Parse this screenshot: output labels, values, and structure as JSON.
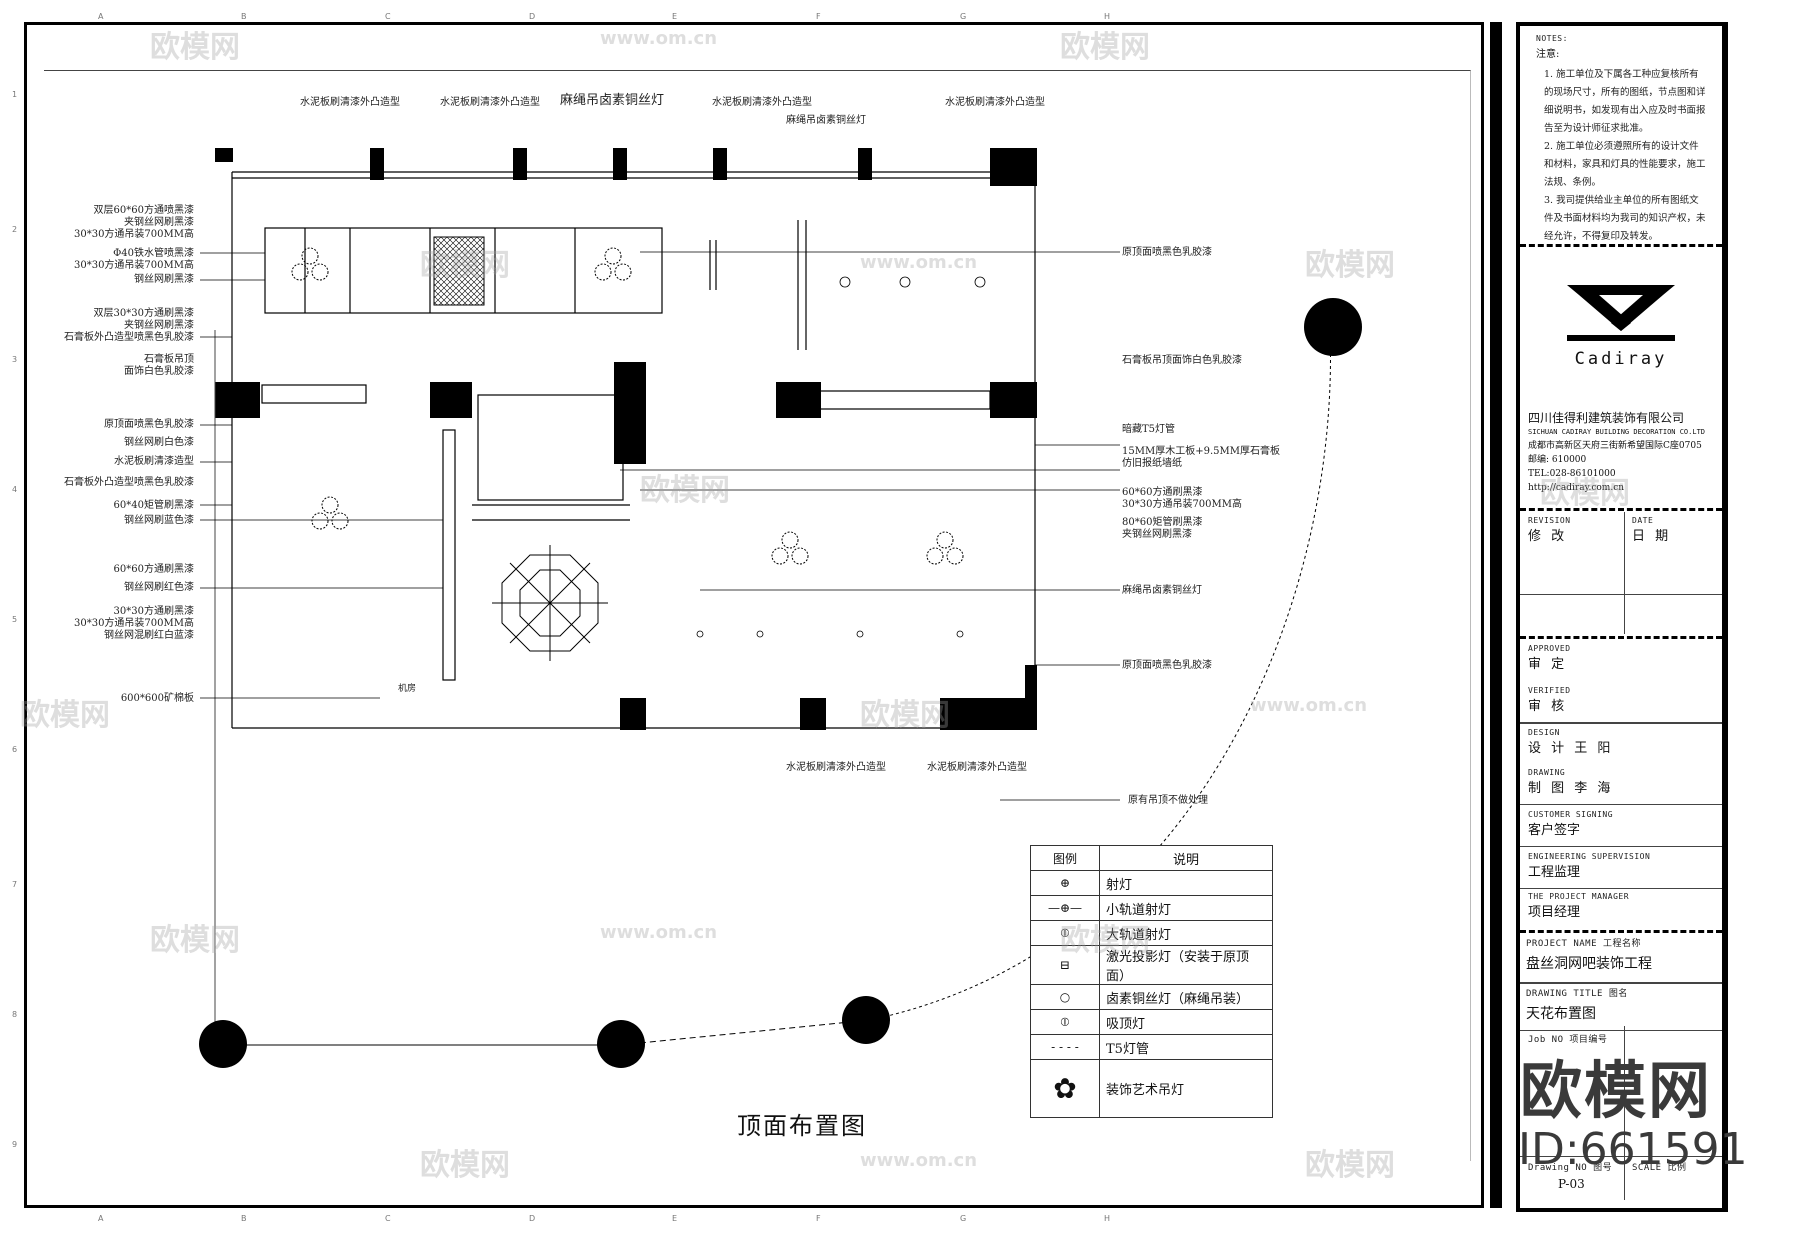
{
  "drawing": {
    "title": "顶面布置图",
    "grid_columns": [
      "A",
      "B",
      "C",
      "D",
      "E",
      "F",
      "G",
      "H"
    ],
    "grid_rows": [
      "1",
      "2",
      "3",
      "4",
      "5",
      "6",
      "7",
      "8",
      "9"
    ]
  },
  "top_annotations": [
    "水泥板刷清漆外凸造型",
    "水泥板刷清漆外凸造型",
    "麻绳吊卤素铜丝灯",
    "水泥板刷清漆外凸造型",
    "麻绳吊卤素铜丝灯",
    "水泥板刷清漆外凸造型"
  ],
  "left_annotations": [
    {
      "lines": [
        "双层60*60方通喷黑漆",
        "夹钢丝网刷黑漆",
        "30*30方通吊装700MM高"
      ]
    },
    {
      "lines": [
        "Φ40铁水管喷黑漆",
        "30*30方通吊装700MM高"
      ]
    },
    {
      "lines": [
        "钢丝网刷黑漆"
      ]
    },
    {
      "lines": [
        "双层30*30方通刷黑漆",
        "夹钢丝网刷黑漆",
        "石膏板外凸造型喷黑色乳胶漆"
      ]
    },
    {
      "lines": [
        "石膏板吊顶",
        "面饰白色乳胶漆"
      ]
    },
    {
      "lines": [
        "原顶面喷黑色乳胶漆"
      ]
    },
    {
      "lines": [
        "钢丝网刷白色漆"
      ]
    },
    {
      "lines": [
        "水泥板刷清漆造型"
      ]
    },
    {
      "lines": [
        "石膏板外凸造型喷黑色乳胶漆"
      ]
    },
    {
      "lines": [
        "60*40矩管刷黑漆"
      ]
    },
    {
      "lines": [
        "钢丝网刷蓝色漆"
      ]
    },
    {
      "lines": [
        "60*60方通刷黑漆"
      ]
    },
    {
      "lines": [
        "钢丝网刷红色漆"
      ]
    },
    {
      "lines": [
        "30*30方通刷黑漆",
        "30*30方通吊装700MM高",
        "钢丝网混刷红白蓝漆"
      ]
    },
    {
      "lines": [
        "600*600矿棉板"
      ]
    }
  ],
  "right_annotations": [
    {
      "lines": [
        "原顶面喷黑色乳胶漆"
      ]
    },
    {
      "lines": [
        "石膏板吊顶面饰白色乳胶漆"
      ]
    },
    {
      "lines": [
        "暗藏T5灯管"
      ]
    },
    {
      "lines": [
        "15MM厚木工板+9.5MM厚石膏板",
        "仿旧报纸墙纸"
      ]
    },
    {
      "lines": [
        "60*60方通刷黑漆",
        "30*30方通吊装700MM高"
      ]
    },
    {
      "lines": [
        "80*60矩管刷黑漆",
        "夹钢丝网刷黑漆"
      ]
    },
    {
      "lines": [
        "麻绳吊卤素铜丝灯"
      ]
    },
    {
      "lines": [
        "原顶面喷黑色乳胶漆"
      ]
    },
    {
      "lines": [
        "原有吊顶不做处理"
      ]
    }
  ],
  "bottom_annotations": [
    "水泥板刷清漆外凸造型",
    "水泥板刷清漆外凸造型"
  ],
  "room_label": "机房",
  "legend": {
    "header": [
      "图例",
      "说明"
    ],
    "rows": [
      {
        "symbol": "⊕",
        "icon": "spotlight-icon",
        "desc": "射灯"
      },
      {
        "symbol": "—⊕—",
        "icon": "small-track-spotlight-icon",
        "desc": "小轨道射灯"
      },
      {
        "symbol": "⦶",
        "icon": "large-track-spotlight-icon",
        "desc": "大轨道射灯"
      },
      {
        "symbol": "⊟",
        "icon": "laser-projector-icon",
        "desc": "激光投影灯（安装于原顶面）"
      },
      {
        "symbol": "○",
        "icon": "halogen-copper-wire-lamp-icon",
        "desc": "卤素铜丝灯（麻绳吊装）"
      },
      {
        "symbol": "⦶",
        "icon": "ceiling-lamp-icon",
        "desc": "吸顶灯"
      },
      {
        "symbol": "- - - -",
        "icon": "t5-tube-icon",
        "desc": "T5灯管"
      },
      {
        "symbol": "✿",
        "icon": "decorative-chandelier-icon",
        "desc": "装饰艺术吊灯"
      }
    ]
  },
  "title_block": {
    "notes_caption": "NOTES:",
    "notes_cn": "注意:",
    "notes": [
      "1. 施工单位及下属各工种应复核所有的现场尺寸，所有的图纸，节点图和详细说明书，如发现有出入应及时书面报告至为设计师征求批准。",
      "2. 施工单位必须遵照所有的设计文件和材料，家具和灯具的性能要求，施工法规、条例。",
      "3. 我司提供给业主单位的所有图纸文件及书面材料均为我司的知识产权，未经允许，不得复印及转发。"
    ],
    "logo_text": "Cadiray",
    "company_cn": "四川佳得利建筑装饰有限公司",
    "company_en": "SICHUAN CADIRAY BUILDING DECORATION CO.LTD",
    "address": "成都市高新区天府三街新希望国际C座0705",
    "postcode": "邮编: 610000",
    "tel": "TEL:028-86101000",
    "url": "http://cadiray.com.cn",
    "revision_caption": "REVISION",
    "revision_cn": "修 改",
    "date_caption": "DATE",
    "date_cn": "日 期",
    "approved_caption": "APPROVED",
    "approved_cn": "审 定",
    "verified_caption": "VERIFIED",
    "verified_cn": "审 核",
    "design_caption": "DESIGN",
    "design_cn": "设 计  王 阳",
    "drawing_caption": "DRAWING",
    "drawing_cn": "制 图  李 海",
    "customer_caption": "CUSTOMER SIGNING",
    "customer_cn": "客户签字",
    "engineering_caption": "ENGINEERING SUPERVISION",
    "engineering_cn": "工程监理",
    "pm_caption": "THE PROJECT MANAGER",
    "pm_cn": "项目经理",
    "project_caption": "PROJECT NAME  工程名称",
    "project_name": "盘丝洞网吧装饰工程",
    "drawing_title_caption": "DRAWING TITLE   图名",
    "drawing_title": "天花布置图",
    "job_caption": "Job NO  项目编号",
    "drawing_no_caption": "Drawing NO 图号",
    "drawing_no": "P-03",
    "scale_caption": "SCALE 比例"
  },
  "watermark": {
    "brand": "欧模网",
    "url": "www.om.cn",
    "id": "ID:661591"
  }
}
